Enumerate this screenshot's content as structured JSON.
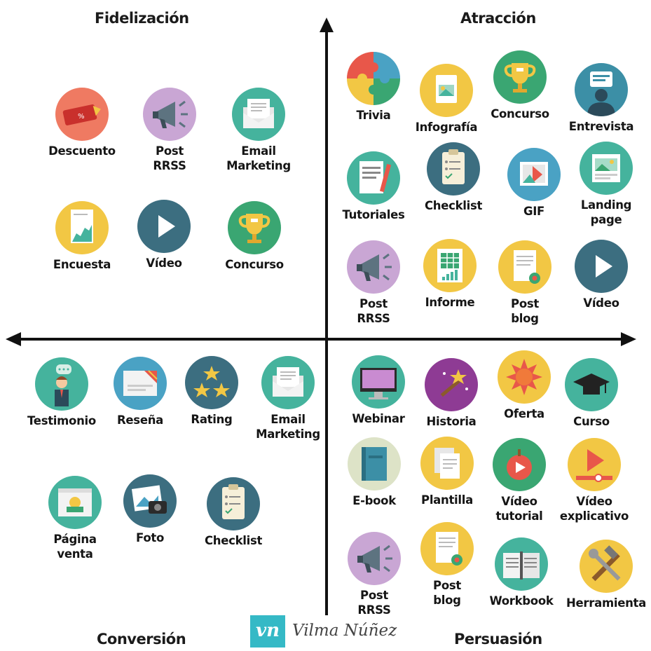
{
  "quadrants": {
    "top_left": "Fidelización",
    "top_right": "Atracción",
    "bottom_left": "Conversión",
    "bottom_right": "Persuasión"
  },
  "colors": {
    "axis": "#111111",
    "teal": "#45b39d",
    "green": "#3aa672",
    "yellow": "#f2c744",
    "purple": "#c9a6d4",
    "darkteal": "#3c7d8c",
    "blue": "#4aa2c4",
    "coral": "#ef7a62",
    "magenta": "#8e3b94",
    "grayblue": "#5d7380"
  },
  "items": [
    {
      "label": "Trivia",
      "icon": "puzzle-icon",
      "color": "#e7e7e7"
    },
    {
      "label": "Infografía",
      "icon": "infographic-icon",
      "color": "#f2c744"
    },
    {
      "label": "Concurso",
      "icon": "trophy-icon",
      "color": "#3aa672"
    },
    {
      "label": "Entrevista",
      "icon": "interview-icon",
      "color": "#3c8fa6"
    },
    {
      "label": "Tutoriales",
      "icon": "notebook-icon",
      "color": "#45b39d"
    },
    {
      "label": "Checklist",
      "icon": "clipboard-icon",
      "color": "#3c6e80"
    },
    {
      "label": "GIF",
      "icon": "gif-icon",
      "color": "#4aa2c4"
    },
    {
      "label": "Landing\npage",
      "icon": "landing-page-icon",
      "color": "#45b39d"
    },
    {
      "label": "Post\nRRSS",
      "icon": "megaphone-icon",
      "color": "#c9a6d4"
    },
    {
      "label": "Informe",
      "icon": "report-icon",
      "color": "#f2c744"
    },
    {
      "label": "Post\nblog",
      "icon": "blog-post-icon",
      "color": "#f2c744"
    },
    {
      "label": "Vídeo",
      "icon": "play-icon",
      "color": "#3c6e80"
    },
    {
      "label": "Descuento",
      "icon": "discount-tag-icon",
      "color": "#ef7a62"
    },
    {
      "label": "Post\nRRSS",
      "icon": "megaphone-icon",
      "color": "#c9a6d4"
    },
    {
      "label": "Email\nMarketing",
      "icon": "envelope-icon",
      "color": "#45b39d"
    },
    {
      "label": "Encuesta",
      "icon": "survey-icon",
      "color": "#f2c744"
    },
    {
      "label": "Vídeo",
      "icon": "play-icon",
      "color": "#3c6e80"
    },
    {
      "label": "Concurso",
      "icon": "trophy-icon",
      "color": "#3aa672"
    },
    {
      "label": "Testimonio",
      "icon": "testimonial-icon",
      "color": "#45b39d"
    },
    {
      "label": "Reseña",
      "icon": "review-icon",
      "color": "#4aa2c4"
    },
    {
      "label": "Rating",
      "icon": "stars-icon",
      "color": "#3c6e80"
    },
    {
      "label": "Email\nMarketing",
      "icon": "envelope-icon",
      "color": "#45b39d"
    },
    {
      "label": "Página\nventa",
      "icon": "sales-page-icon",
      "color": "#45b39d"
    },
    {
      "label": "Foto",
      "icon": "camera-icon",
      "color": "#3c6e80"
    },
    {
      "label": "Checklist",
      "icon": "clipboard-icon",
      "color": "#3c6e80"
    },
    {
      "label": "Webinar",
      "icon": "monitor-icon",
      "color": "#45b39d"
    },
    {
      "label": "Historia",
      "icon": "magic-wand-icon",
      "color": "#8e3b94"
    },
    {
      "label": "Oferta",
      "icon": "offer-burst-icon",
      "color": "#f2c744"
    },
    {
      "label": "Curso",
      "icon": "graduation-cap-icon",
      "color": "#45b39d"
    },
    {
      "label": "E-book",
      "icon": "book-icon",
      "color": "#dde3c7"
    },
    {
      "label": "Plantilla",
      "icon": "template-icon",
      "color": "#f2c744"
    },
    {
      "label": "Vídeo\ntutorial",
      "icon": "apple-video-icon",
      "color": "#3aa672"
    },
    {
      "label": "Vídeo\nexplicativo",
      "icon": "video-player-icon",
      "color": "#f2c744"
    },
    {
      "label": "Post\nRRSS",
      "icon": "megaphone-icon",
      "color": "#c9a6d4"
    },
    {
      "label": "Post\nblog",
      "icon": "blog-post-icon",
      "color": "#f2c744"
    },
    {
      "label": "Workbook",
      "icon": "open-book-icon",
      "color": "#45b39d"
    },
    {
      "label": "Herramienta",
      "icon": "tools-icon",
      "color": "#f2c744"
    }
  ],
  "logo": {
    "mark": "vn",
    "text": "Vilma Núñez"
  }
}
